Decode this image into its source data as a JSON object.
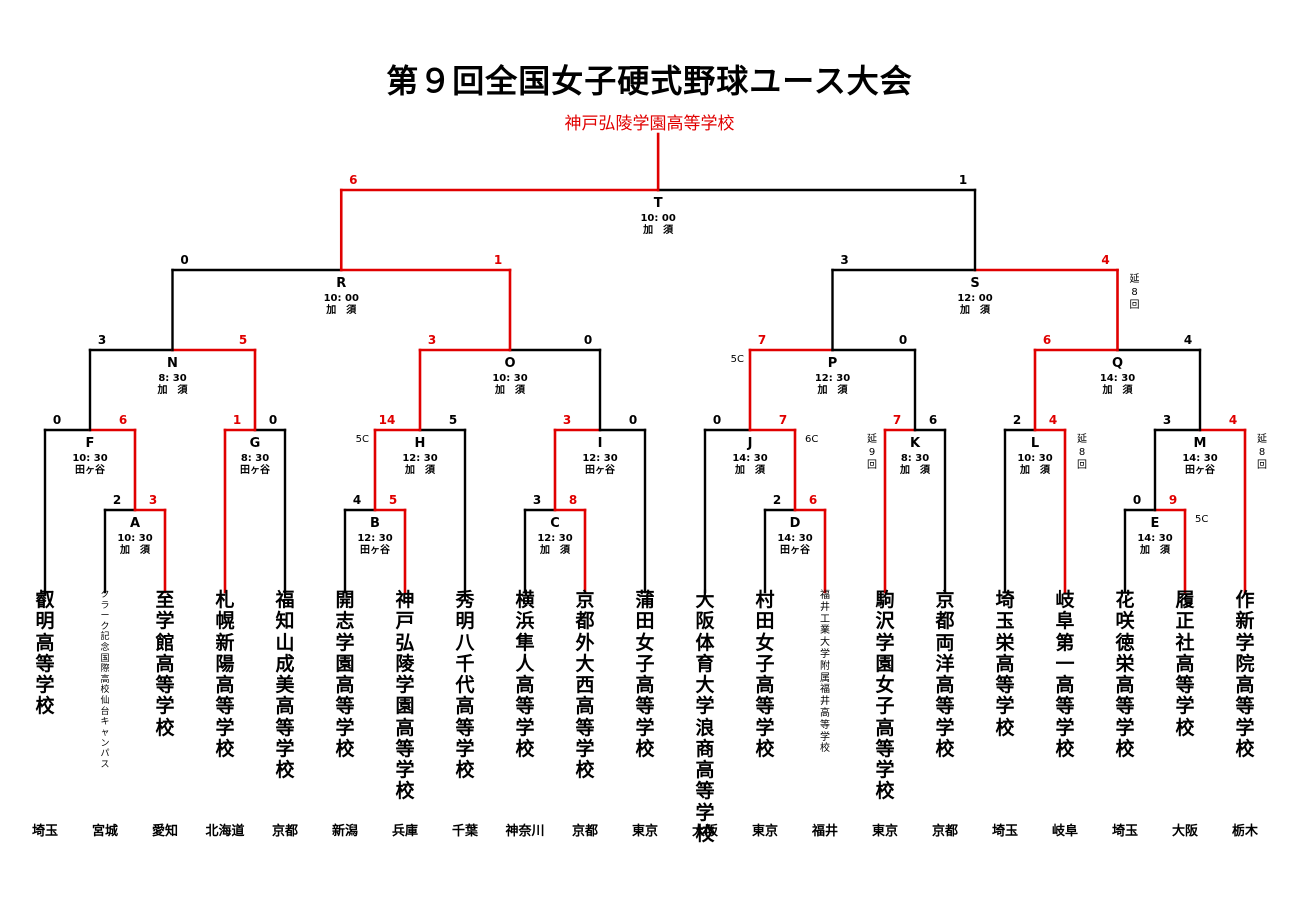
{
  "title": "第９回全国女子硬式野球ユース大会",
  "champion": "神戸弘陵学園高等学校",
  "matches": [
    {
      "id": "A",
      "time": "10: 30",
      "venue": "加　須",
      "score_left": "2",
      "score_right": "3",
      "winner": "right"
    },
    {
      "id": "B",
      "time": "12: 30",
      "venue": "田ヶ谷",
      "score_left": "4",
      "score_right": "5",
      "winner": "right"
    },
    {
      "id": "C",
      "time": "12: 30",
      "venue": "加　須",
      "score_left": "3",
      "score_right": "8",
      "winner": "right"
    },
    {
      "id": "D",
      "time": "14: 30",
      "venue": "田ヶ谷",
      "score_left": "2",
      "score_right": "6",
      "winner": "right"
    },
    {
      "id": "E",
      "time": "14: 30",
      "venue": "加　須",
      "score_left": "0",
      "score_right": "9",
      "winner": "right",
      "note_right": "5C"
    },
    {
      "id": "F",
      "time": "10: 30",
      "venue": "田ヶ谷",
      "score_left": "0",
      "score_right": "6",
      "winner": "right"
    },
    {
      "id": "G",
      "time": "8: 30",
      "venue": "田ヶ谷",
      "score_left": "1",
      "score_right": "0",
      "winner": "left"
    },
    {
      "id": "H",
      "time": "12: 30",
      "venue": "加　須",
      "score_left": "14",
      "score_right": "5",
      "winner": "left",
      "note_left": "5C"
    },
    {
      "id": "I",
      "time": "12: 30",
      "venue": "田ヶ谷",
      "score_left": "3",
      "score_right": "0",
      "winner": "left"
    },
    {
      "id": "J",
      "time": "14: 30",
      "venue": "加　須",
      "score_left": "0",
      "score_right": "7",
      "winner": "right",
      "note_right": "6C"
    },
    {
      "id": "K",
      "time": "8: 30",
      "venue": "加　須",
      "score_left": "7",
      "score_right": "6",
      "winner": "left",
      "note_left": "延9回"
    },
    {
      "id": "L",
      "time": "10: 30",
      "venue": "加　須",
      "score_left": "2",
      "score_right": "4",
      "winner": "right",
      "note_right": "延8回"
    },
    {
      "id": "M",
      "time": "14: 30",
      "venue": "田ヶ谷",
      "score_left": "3",
      "score_right": "4",
      "winner": "right",
      "note_right": "延8回"
    },
    {
      "id": "N",
      "time": "8: 30",
      "venue": "加　須",
      "score_left": "3",
      "score_right": "5",
      "winner": "right"
    },
    {
      "id": "O",
      "time": "10: 30",
      "venue": "加　須",
      "score_left": "3",
      "score_right": "0",
      "winner": "left"
    },
    {
      "id": "P",
      "time": "12: 30",
      "venue": "加　須",
      "score_left": "7",
      "score_right": "0",
      "winner": "left",
      "note_left": "5C"
    },
    {
      "id": "Q",
      "time": "14: 30",
      "venue": "加　須",
      "score_left": "6",
      "score_right": "4",
      "winner": "left"
    },
    {
      "id": "R",
      "time": "10: 00",
      "venue": "加　須",
      "score_left": "0",
      "score_right": "1",
      "winner": "right"
    },
    {
      "id": "S",
      "time": "12: 00",
      "venue": "加　須",
      "score_left": "3",
      "score_right": "4",
      "winner": "right",
      "note_right": "延8回"
    },
    {
      "id": "T",
      "time": "10: 00",
      "venue": "加　須",
      "score_left": "6",
      "score_right": "1",
      "winner": "left"
    }
  ],
  "teams": [
    {
      "name": "叡明高等学校",
      "prefecture": "埼玉"
    },
    {
      "name": "クラーク記念国際高校仙台キャンパス",
      "prefecture": "宮城"
    },
    {
      "name": "至学館高等学校",
      "prefecture": "愛知"
    },
    {
      "name": "札幌新陽高等学校",
      "prefecture": "北海道"
    },
    {
      "name": "福知山成美高等学校",
      "prefecture": "京都"
    },
    {
      "name": "開志学園高等学校",
      "prefecture": "新潟"
    },
    {
      "name": "神戸弘陵学園高等学校",
      "prefecture": "兵庫"
    },
    {
      "name": "秀明八千代高等学校",
      "prefecture": "千葉"
    },
    {
      "name": "横浜隼人高等学校",
      "prefecture": "神奈川"
    },
    {
      "name": "京都外大西高等学校",
      "prefecture": "京都"
    },
    {
      "name": "蒲田女子高等学校",
      "prefecture": "東京"
    },
    {
      "name": "大阪体育大学浪商高等学校",
      "prefecture": "大阪"
    },
    {
      "name": "村田女子高等学校",
      "prefecture": "東京"
    },
    {
      "name": "福井工業大学附属福井高等学校",
      "prefecture": "福井"
    },
    {
      "name": "駒沢学園女子高等学校",
      "prefecture": "東京"
    },
    {
      "name": "京都両洋高等学校",
      "prefecture": "京都"
    },
    {
      "name": "埼玉栄高等学校",
      "prefecture": "埼玉"
    },
    {
      "name": "岐阜第一高等学校",
      "prefecture": "岐阜"
    },
    {
      "name": "花咲徳栄高等学校",
      "prefecture": "埼玉"
    },
    {
      "name": "履正社高等学校",
      "prefecture": "大阪"
    },
    {
      "name": "作新学院高等学校",
      "prefecture": "栃木"
    }
  ]
}
